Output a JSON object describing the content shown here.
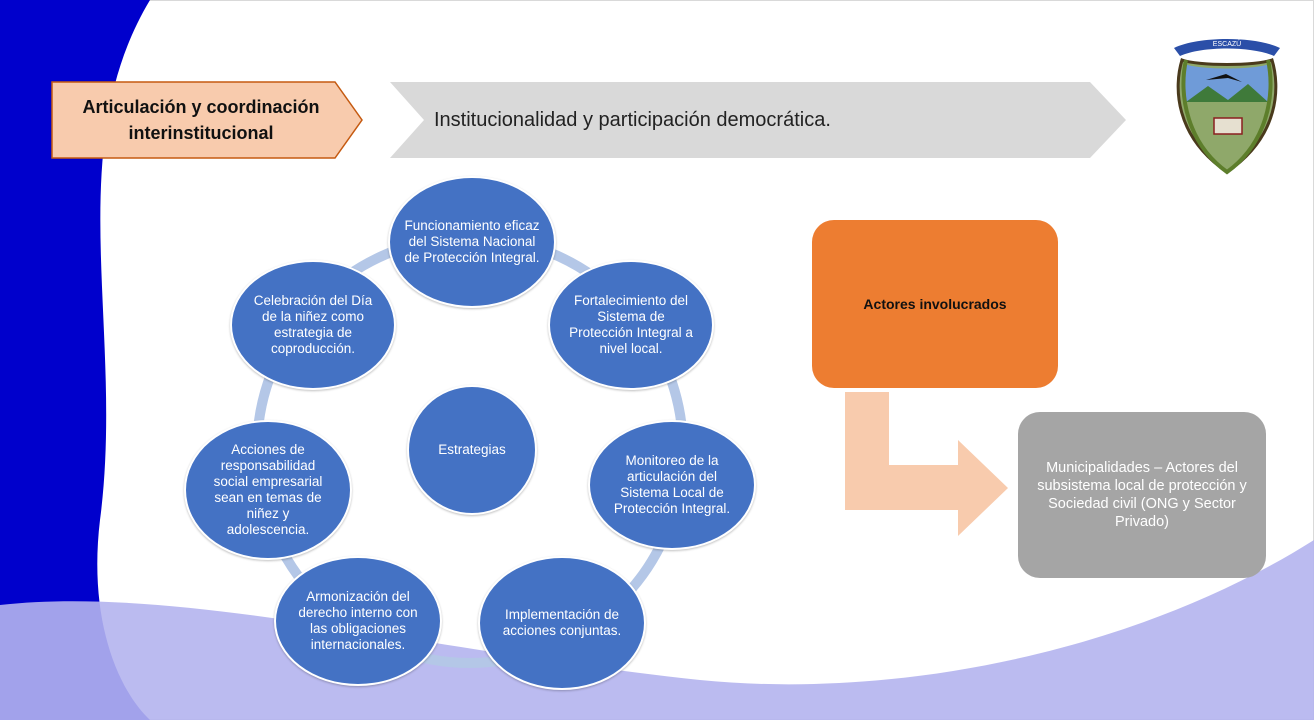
{
  "header": {
    "tag_label": "Articulación y coordinación interinstitucional",
    "banner_text": "Institucionalidad y participación democrática."
  },
  "diagram": {
    "center_label": "Estrategias",
    "nodes": [
      {
        "label": "Funcionamiento eficaz del Sistema Nacional de Protección Integral."
      },
      {
        "label": "Fortalecimiento del Sistema de Protección Integral a nivel local."
      },
      {
        "label": "Monitoreo de la articulación del Sistema Local de Protección Integral."
      },
      {
        "label": "Implementación de acciones conjuntas."
      },
      {
        "label": "Armonización del derecho interno con las obligaciones internacionales."
      },
      {
        "label": "Acciones de responsabilidad social empresarial sean en temas de niñez y adolescencia."
      },
      {
        "label": "Celebración del Día de la niñez como estrategia de coproducción."
      }
    ]
  },
  "actors": {
    "title": "Actores involucrados",
    "detail": "Municipalidades – Actores del subsistema local de protección y Sociedad civil (ONG y Sector Privado)"
  },
  "crest": {
    "ribbon_text": "ESCAZÚ"
  },
  "colors": {
    "node_blue": "#4472c4",
    "ring": "#b4c7e7",
    "actors_orange": "#ed7d31",
    "muni_gray": "#a5a5a5",
    "arrow_peach": "#f8cbad",
    "side_blue": "#0000cc",
    "wave_lavender": "#b4b4ee"
  }
}
